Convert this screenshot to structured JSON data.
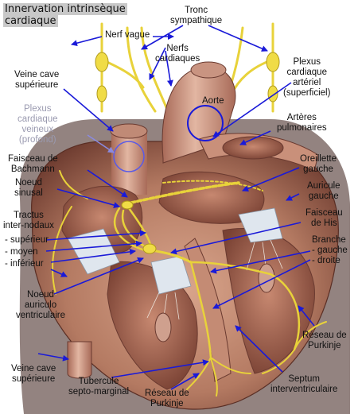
{
  "title_line1": "Innervation intrinsèque",
  "title_line2": "cardiaque",
  "labels": {
    "tronc": [
      "Tronc",
      "sympathique"
    ],
    "nerf_vague": "Nerf vague",
    "nerfs_cardiaques": [
      "Nerfs",
      "cardiaques"
    ],
    "veine_cave_sup": [
      "Veine cave",
      "supérieure"
    ],
    "plexus_arteriel": [
      "Plexus",
      "cardiaque",
      "artériel",
      "(superficiel)"
    ],
    "aorte": "Aorte",
    "plexus_veineux": [
      "Plexus",
      "cardiaque",
      "veineux",
      "(profond)"
    ],
    "arteres_pulmonaires": [
      "Artères",
      "pulmonaires"
    ],
    "faisceau_bachmann": [
      "Faisceau de",
      "Bachmann"
    ],
    "oreillette_gauche": [
      "Oreillette",
      "gauche"
    ],
    "noeud_sinusal": [
      "Noeud",
      "sinusal"
    ],
    "auricule_gauche": [
      "Auricule",
      "gauche"
    ],
    "tractus": [
      "Tractus",
      "inter-nodaux"
    ],
    "tractus_items": [
      "- supérieur",
      "- moyen",
      "- inférieur"
    ],
    "faisceau_his": [
      "Faisceau",
      "de His"
    ],
    "branche": [
      "Branche",
      "- gauche",
      "- droite"
    ],
    "noeud_av": [
      "Noeud",
      "auriculo",
      "ventriculaire"
    ],
    "reseau_purkinje_right": [
      "Réseau de",
      "Purkinje"
    ],
    "veine_cave_inf": [
      "Veine cave",
      "supérieure"
    ],
    "septum": [
      "Septum",
      "interventriculaire"
    ],
    "tubercule": [
      "Tubercule",
      "septo-marginal"
    ],
    "reseau_purkinje_bottom": [
      "Réseau de",
      "Purkinje"
    ]
  },
  "colors": {
    "pointer_arrow": "#1a1ad8",
    "pointer_faint": "#8a8ae0",
    "nerve": "#e8d23a",
    "tissue": "#b47a62",
    "tissue_dark": "#6a3a30",
    "valve": "#dfe6ee"
  }
}
